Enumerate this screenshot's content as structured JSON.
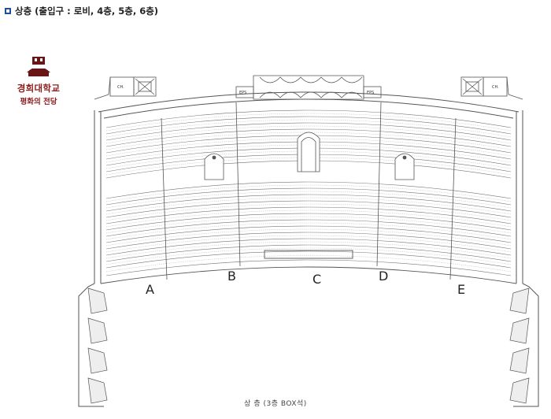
{
  "header": {
    "title": "상층 (출입구 : 로비, 4층, 5층, 6층)"
  },
  "logo": {
    "name": "경희대학교",
    "subtitle": "평화의 전당"
  },
  "labels": {
    "ch_left": "CH.",
    "ch_right": "CH.",
    "eps_left": "EPS",
    "eps_right": "EPS"
  },
  "sections": [
    "A",
    "B",
    "C",
    "D",
    "E"
  ],
  "footer": {
    "caption": "상   층 (3층 BOX석)"
  }
}
